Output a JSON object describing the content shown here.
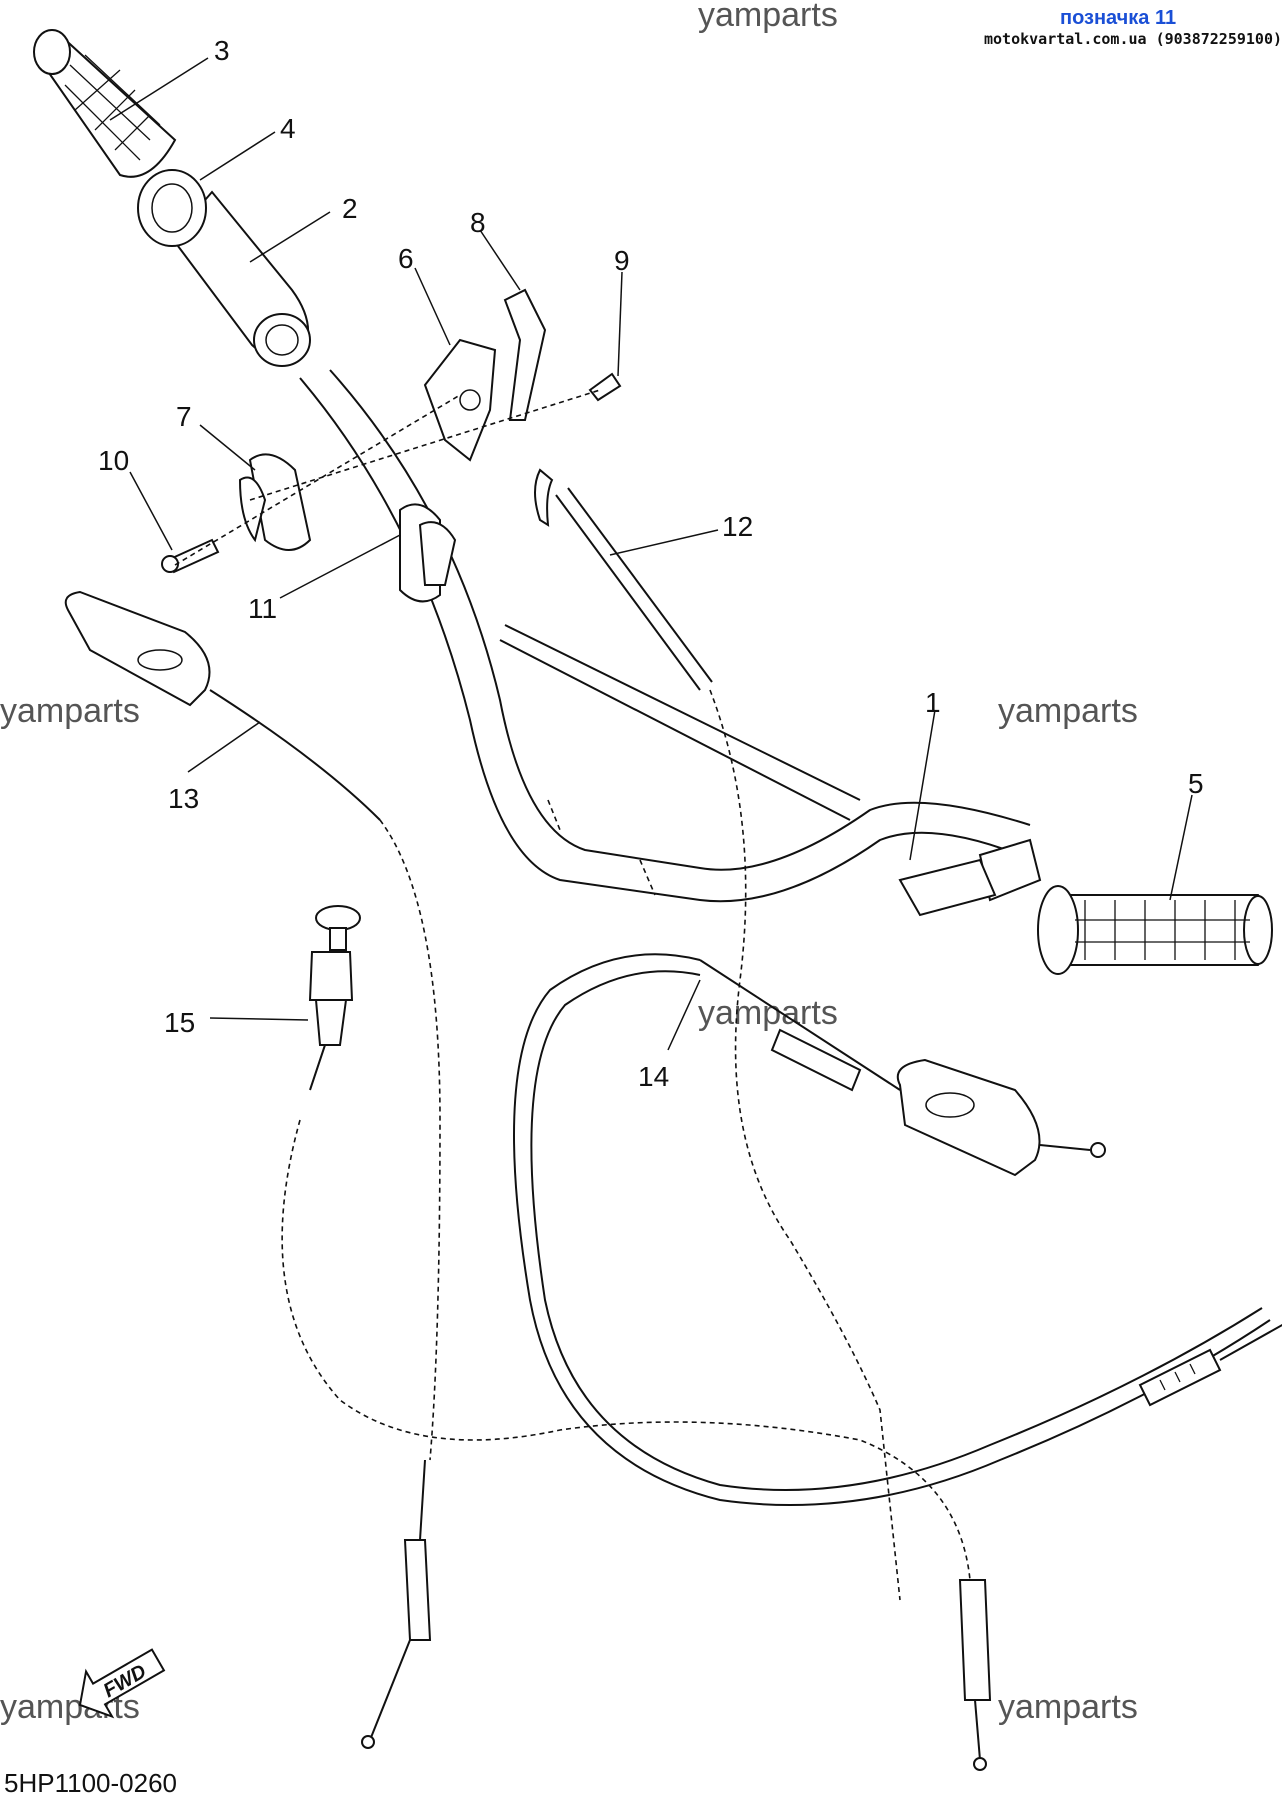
{
  "header": {
    "label": "позначка 11",
    "source": "motokvartal.com.ua (903872259100)",
    "label_color": "#1a4fd6"
  },
  "watermarks": [
    "yamparts",
    "yamparts",
    "yamparts",
    "yamparts",
    "yamparts",
    "yamparts"
  ],
  "callouts": [
    "1",
    "2",
    "3",
    "4",
    "5",
    "6",
    "7",
    "8",
    "9",
    "10",
    "11",
    "12",
    "13",
    "14",
    "15"
  ],
  "diagram_code": "5HP1100-0260",
  "fwd_label": "FWD"
}
